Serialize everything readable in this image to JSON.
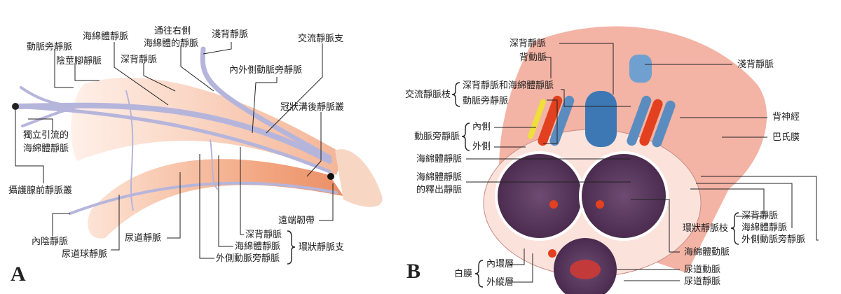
{
  "panel_a": {
    "letter": "A",
    "labels": {
      "arterial_companion_vein": "動脈旁靜脈",
      "cavernous_vein_top": "海綿體靜脈",
      "to_right_1": "通往右側",
      "to_right_2": "海綿體的靜脈",
      "superficial_dorsal_vein": "淺背靜脈",
      "communicating_branch": "交流靜脈支",
      "crural_vein": "陰莖腳靜脈",
      "deep_dorsal_vein_top": "深背靜脈",
      "medial_lateral_companion": "內外側動脈旁靜脈",
      "retrocoronal_plexus": "冠狀溝後靜脈叢",
      "independent_1": "獨立引流的",
      "independent_2": "海綿體靜脈",
      "preprostatic_plexus": "攝護腺前靜脈叢",
      "distal_ligament": "遠端韌帶",
      "internal_pudendal_vein": "內陰靜脈",
      "bulbourethral_vein": "尿道球靜脈",
      "urethral_vein": "尿道靜脈",
      "circ_deep_dorsal": "深背靜脈",
      "circ_cavernous": "海綿體靜脈",
      "circ_lateral_companion": "外側動脈旁靜脈",
      "circumflex_branches": "環狀靜脈支"
    }
  },
  "panel_b": {
    "letter": "B",
    "labels": {
      "deep_dorsal_vein": "深背靜脈",
      "dorsal_artery": "背動脈",
      "communicating_branch": "交流靜脈枝",
      "comm_deep_cavernous": "深背靜脈和海綿體靜脈",
      "comm_companion": "動脈旁靜脈",
      "companion_vein": "動脈旁靜脈",
      "medial": "內側",
      "lateral": "外側",
      "cavernous_vein": "海綿體靜脈",
      "emissary_1": "海綿體靜脈",
      "emissary_2": "的釋出靜脈",
      "superficial_dorsal_vein": "淺背靜脈",
      "dorsal_nerve": "背神經",
      "bucks_fascia": "巴氏膜",
      "circumflex_branch": "環狀靜脈枝",
      "circ_deep_dorsal": "深背靜脈",
      "circ_cavernous": "海綿體靜脈",
      "circ_lateral_companion": "外側動脈旁靜脈",
      "cavernous_artery": "海綿體動脈",
      "urethral_artery": "尿道動脈",
      "urethral_vein": "尿道靜脈",
      "tunica_albuginea": "白膜",
      "inner_circular": "內環層",
      "outer_longitudinal": "外縱層"
    }
  },
  "colors": {
    "vein_lavender": "#b8b8dc",
    "skin": "#f6c3a6",
    "artery_red": "#e2401e",
    "vein_blue": "#3d78b5",
    "erectile_purple": "#5a3a5e"
  }
}
